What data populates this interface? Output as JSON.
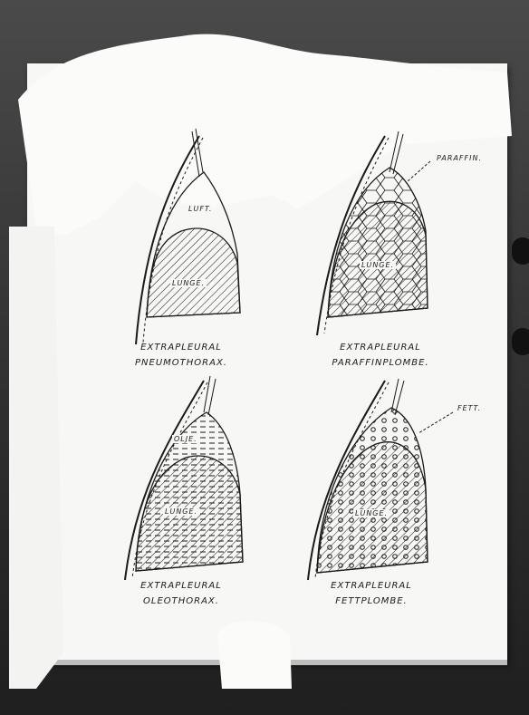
{
  "panels": [
    {
      "inner_label": "LUFT.",
      "lung_label": "LUNGE.",
      "caption_line1": "EXTRAPLEURAL",
      "caption_line2": "PNEUMOTHORAX."
    },
    {
      "callout_label": "PARAFFIN.",
      "lung_label": "LUNGE.",
      "caption_line1": "EXTRAPLEURAL",
      "caption_line2": "PARAFFINPLOMBE."
    },
    {
      "inner_label": "OLJE.",
      "lung_label": "LUNGE.",
      "caption_line1": "EXTRAPLEURAL",
      "caption_line2": "OLEOTHORAX."
    },
    {
      "callout_label": "FETT.",
      "lung_label": "LUNGE.",
      "caption_line1": "EXTRAPLEURAL",
      "caption_line2": "FETTPLOMBE."
    }
  ],
  "colors": {
    "ink": "#1a1a1a",
    "board": "#f7f7f5",
    "background": "#333333"
  }
}
